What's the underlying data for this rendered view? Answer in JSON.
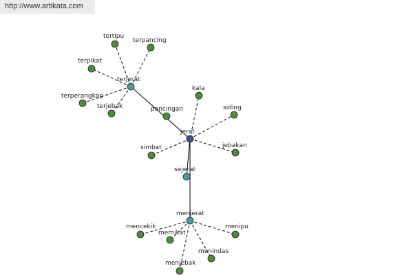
{
  "header": {
    "url": "http://www.artikata.com"
  },
  "colors": {
    "root": "#3f4f93",
    "hub": "#4f9aa3",
    "leaf": "#4f8b3f",
    "edge": "#000000"
  },
  "graph": {
    "nodes": [
      {
        "id": "jerat",
        "label": "jerat",
        "kind": "root"
      },
      {
        "id": "terjerat",
        "label": "terjerat",
        "kind": "hub"
      },
      {
        "id": "sejerat",
        "label": "sejerat",
        "kind": "hub"
      },
      {
        "id": "menjerat",
        "label": "menjerat",
        "kind": "hub"
      },
      {
        "id": "pancingan",
        "label": "pancingan",
        "kind": "leaf"
      },
      {
        "id": "kala",
        "label": "kala",
        "kind": "leaf"
      },
      {
        "id": "siding",
        "label": "siding",
        "kind": "leaf"
      },
      {
        "id": "jebakan",
        "label": "jebakan",
        "kind": "leaf"
      },
      {
        "id": "simbat",
        "label": "simbat",
        "kind": "leaf"
      },
      {
        "id": "tertipu",
        "label": "tertipu",
        "kind": "leaf"
      },
      {
        "id": "terpancing",
        "label": "terpancing",
        "kind": "leaf"
      },
      {
        "id": "terpikat",
        "label": "terpikat",
        "kind": "leaf"
      },
      {
        "id": "terperangkap",
        "label": "terperangkap",
        "kind": "leaf"
      },
      {
        "id": "terjebak",
        "label": "terjebak",
        "kind": "leaf"
      },
      {
        "id": "mencekik",
        "label": "mencekik",
        "kind": "leaf"
      },
      {
        "id": "memikat",
        "label": "memikat",
        "kind": "leaf"
      },
      {
        "id": "menipu",
        "label": "menipu",
        "kind": "leaf"
      },
      {
        "id": "menindas",
        "label": "menindas",
        "kind": "leaf"
      },
      {
        "id": "menjebak",
        "label": "menjebak",
        "kind": "leaf"
      }
    ],
    "edges": [
      {
        "from": "jerat",
        "to": "terjerat",
        "style": "solid"
      },
      {
        "from": "jerat",
        "to": "sejerat",
        "style": "solid"
      },
      {
        "from": "jerat",
        "to": "menjerat",
        "style": "solid"
      },
      {
        "from": "jerat",
        "to": "kala",
        "style": "dashed"
      },
      {
        "from": "jerat",
        "to": "siding",
        "style": "dashed"
      },
      {
        "from": "jerat",
        "to": "jebakan",
        "style": "dashed"
      },
      {
        "from": "jerat",
        "to": "simbat",
        "style": "dashed"
      },
      {
        "from": "terjerat",
        "to": "tertipu",
        "style": "dashed"
      },
      {
        "from": "terjerat",
        "to": "terpancing",
        "style": "dashed"
      },
      {
        "from": "terjerat",
        "to": "terpikat",
        "style": "dashed"
      },
      {
        "from": "terjerat",
        "to": "terperangkap",
        "style": "dashed"
      },
      {
        "from": "terjerat",
        "to": "terjebak",
        "style": "dashed"
      },
      {
        "from": "menjerat",
        "to": "mencekik",
        "style": "dashed"
      },
      {
        "from": "menjerat",
        "to": "memikat",
        "style": "dashed"
      },
      {
        "from": "menjerat",
        "to": "menipu",
        "style": "dashed"
      },
      {
        "from": "menjerat",
        "to": "menindas",
        "style": "dashed"
      },
      {
        "from": "menjerat",
        "to": "menjebak",
        "style": "dashed"
      }
    ]
  }
}
